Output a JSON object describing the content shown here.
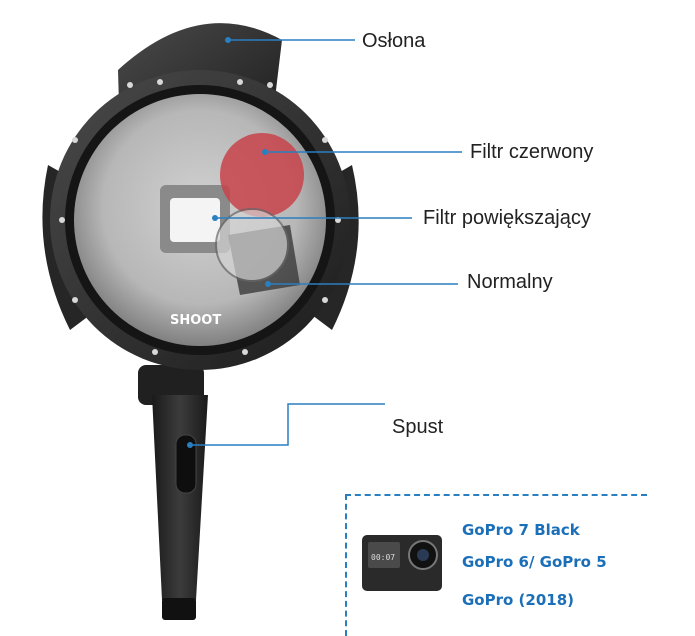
{
  "image": {
    "description_role": "product-diagram",
    "brand_mark": "SHOOT"
  },
  "labels": {
    "oslona": "Osłona",
    "filtr_czerwony": "Filtr czerwony",
    "filtr_powiekszajacy": "Filtr powiększający",
    "normalny": "Normalny",
    "spust": "Spust"
  },
  "compatibility": {
    "models": [
      "GoPro 7 Black",
      "GoPro 6/ GoPro 5",
      "GoPro (2018)"
    ],
    "camera_screen_text": "00:07"
  },
  "colors": {
    "leader_line": "#2a7fc0",
    "model_text": "#1a6fb8",
    "housing": "#2b2b2b",
    "red_filter": "#c8424a"
  }
}
